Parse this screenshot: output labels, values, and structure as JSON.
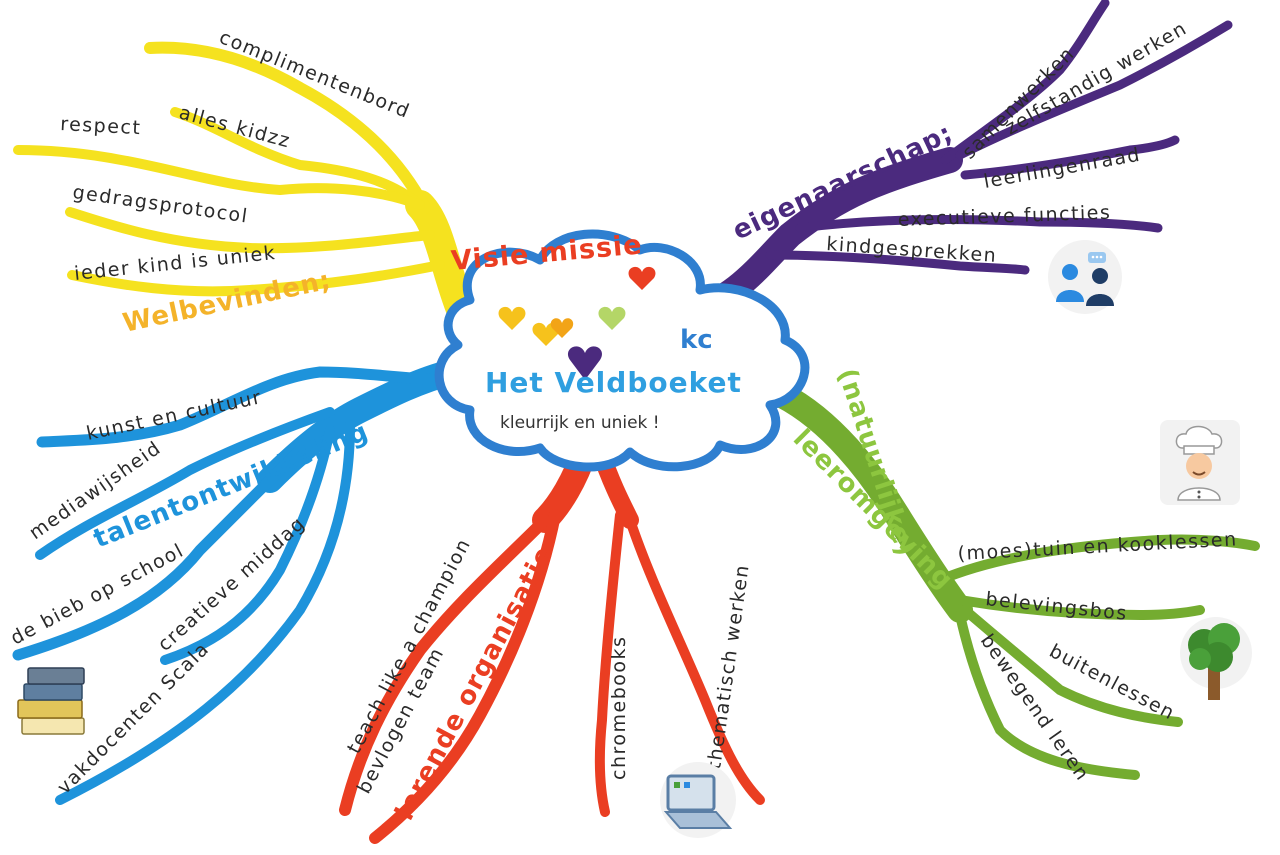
{
  "center": {
    "prefix": "kc",
    "name": "Het Veldboeket",
    "tagline": "kleurrijk en uniek !",
    "header": "Visie missie",
    "accent_color": "#2f7fd0"
  },
  "branches": {
    "welbevinden": {
      "title": "Welbevinden;",
      "color": "#f5e21f",
      "title_color": "#f4b32a",
      "items": [
        "complimentenbord",
        "alles kidzz",
        "respect",
        "gedragsprotocol",
        "ieder kind is uniek"
      ]
    },
    "eigenaarschap": {
      "title": "eigenaarschap;",
      "color": "#4b2a7e",
      "items": [
        "samenwerken",
        "zelfstandig werken",
        "leerlingenraad",
        "executieve functies",
        "kindgesprekken"
      ]
    },
    "talentontwikkeling": {
      "title": "talentontwikkeling",
      "color": "#1e93db",
      "items": [
        "kunst en cultuur",
        "mediawijsheid",
        "de bieb op school",
        "creatieve middag",
        "vakdocenten Scala"
      ]
    },
    "leeromgeving": {
      "title_line1": "(natuurlijke)",
      "title_line2": "leeromgeving",
      "color": "#74ac30",
      "title_color": "#8dc63f",
      "items": [
        "(moes)tuin en kooklessen",
        "belevingsbos",
        "buitenlessen",
        "bewegend leren"
      ]
    },
    "organisatie": {
      "title": "lerende organisatie",
      "color": "#ea3e22",
      "items": [
        "teach like a champion",
        "bevlogen team",
        "chromebooks",
        "thematisch werken"
      ]
    }
  },
  "icons": [
    "people-talking-icon",
    "chef-icon",
    "tree-icon",
    "books-icon",
    "laptop-icon"
  ]
}
